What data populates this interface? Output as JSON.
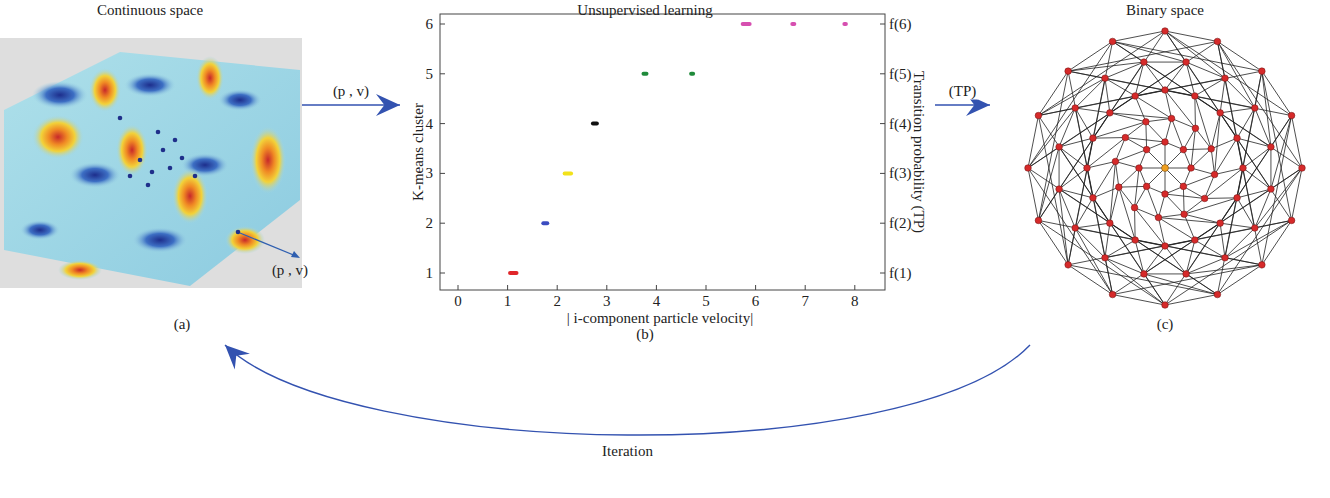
{
  "diagram": {
    "nodes": [
      {
        "text": [
          "Continuous space",
          "(a)"
        ]
      },
      {
        "text": [
          "Unsupervised learning",
          "(b)"
        ]
      },
      {
        "text": [
          "Binary space",
          "(c)"
        ]
      }
    ],
    "edges": [
      {
        "from": 0,
        "to": 1,
        "arrow": "to",
        "label": "(p , v)"
      },
      {
        "from": 1,
        "to": 2,
        "arrow": "to",
        "label": "(TP)"
      },
      {
        "from": 2,
        "to": 0,
        "arrow": "to",
        "label": "Iteration"
      }
    ],
    "labels": [
      "(p , v)",
      "K-means cluster",
      "Transition probability (TP)",
      "| i-component particle velocity|",
      "1",
      "2",
      "3",
      "4",
      "5",
      "6",
      "0",
      "1",
      "2",
      "3",
      "4",
      "5",
      "6",
      "7",
      "8",
      "f(1)",
      "f(2)",
      "f(3)",
      "f(4)",
      "f(5)",
      "f(6)"
    ]
  }
}
